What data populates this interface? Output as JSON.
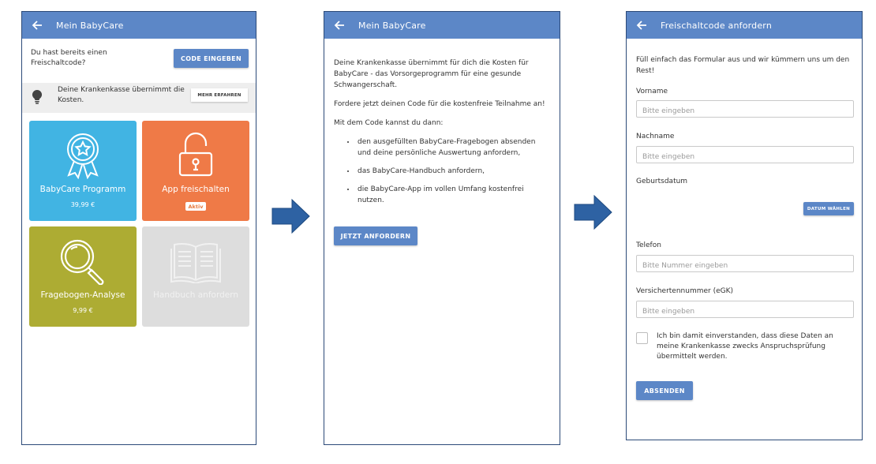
{
  "colors": {
    "appbar": "#5c87c7",
    "arrow": "#2e62a3",
    "tile_program": "#41b4e3",
    "tile_unlock": "#ef7a47",
    "tile_analysis": "#adac33",
    "tile_handbook": "#dddddd"
  },
  "screen1": {
    "title": "Mein BabyCare",
    "code_question": "Du hast bereits einen Freischaltcode?",
    "code_button": "CODE EINGEBEN",
    "info_text": "Deine Krankenkasse übernimmt die Kosten.",
    "info_button": "MEHR ERFAHREN",
    "info_icon": "lightbulb-icon",
    "tiles": [
      {
        "label": "BabyCare Programm",
        "price": "39,99 €",
        "icon": "award-ribbon-icon"
      },
      {
        "label": "App freischalten",
        "badge": "Aktiv",
        "icon": "padlock-icon"
      },
      {
        "label": "Fragebogen-Analyse",
        "price": "9,99 €",
        "icon": "magnifier-icon"
      },
      {
        "label": "Handbuch anfordern",
        "icon": "open-book-icon"
      }
    ]
  },
  "screen2": {
    "title": "Mein BabyCare",
    "paragraphs": [
      "Deine Krankenkasse übernimmt für dich die Kosten für BabyCare - das Vorsorgeprogramm für eine gesunde Schwangerschaft.",
      "Fordere jetzt deinen Code für die kostenfreie Teilnahme an!",
      "Mit dem Code kannst du dann:"
    ],
    "bullets": [
      "den ausgefüllten BabyCare-Fragebogen absenden und deine persönliche Auswertung anfordern,",
      "das BabyCare-Handbuch anfordern,",
      "die BabyCare-App im vollen Umfang kostenfrei nutzen."
    ],
    "button": "JETZT ANFORDERN"
  },
  "screen3": {
    "title": "Freischaltcode anfordern",
    "intro": "Füll einfach das Formular aus und wir kümmern uns um den Rest!",
    "fields": [
      {
        "label": "Vorname",
        "placeholder": "Bitte eingeben"
      },
      {
        "label": "Nachname",
        "placeholder": "Bitte eingeben"
      },
      {
        "label": "Geburtsdatum",
        "button": "DATUM WÄHLEN"
      },
      {
        "label": "Telefon",
        "placeholder": "Bitte Nummer eingeben"
      },
      {
        "label": "Versichertennummer (eGK)",
        "placeholder": "Bitte eingeben"
      }
    ],
    "consent": "Ich bin damit einverstanden, dass diese Daten an meine Krankenkasse zwecks Anspruchsprüfung übermittelt werden.",
    "submit": "ABSENDEN"
  }
}
